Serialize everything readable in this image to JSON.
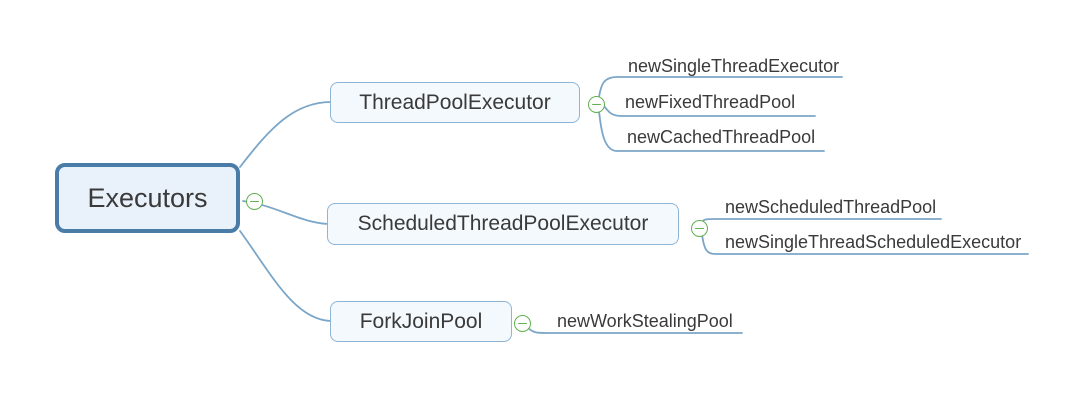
{
  "root": {
    "label": "Executors"
  },
  "branches": [
    {
      "label": "ThreadPoolExecutor",
      "children": [
        "newSingleThreadExecutor",
        "newFixedThreadPool",
        "newCachedThreadPool"
      ]
    },
    {
      "label": "ScheduledThreadPoolExecutor",
      "children": [
        "newScheduledThreadPool",
        "newSingleThreadScheduledExecutor"
      ]
    },
    {
      "label": "ForkJoinPool",
      "children": [
        "newWorkStealingPool"
      ]
    }
  ],
  "icons": {
    "collapse": "minus-circle"
  },
  "colors": {
    "root_border": "#4a7ca8",
    "root_fill": "#e9f1fa",
    "branch_border": "#8fb4d4",
    "branch_fill": "#f3f9fd",
    "connector": "#7ba6c8",
    "collapse_green": "#62b152",
    "text": "#3a3a3a",
    "background": "#ffffff"
  }
}
